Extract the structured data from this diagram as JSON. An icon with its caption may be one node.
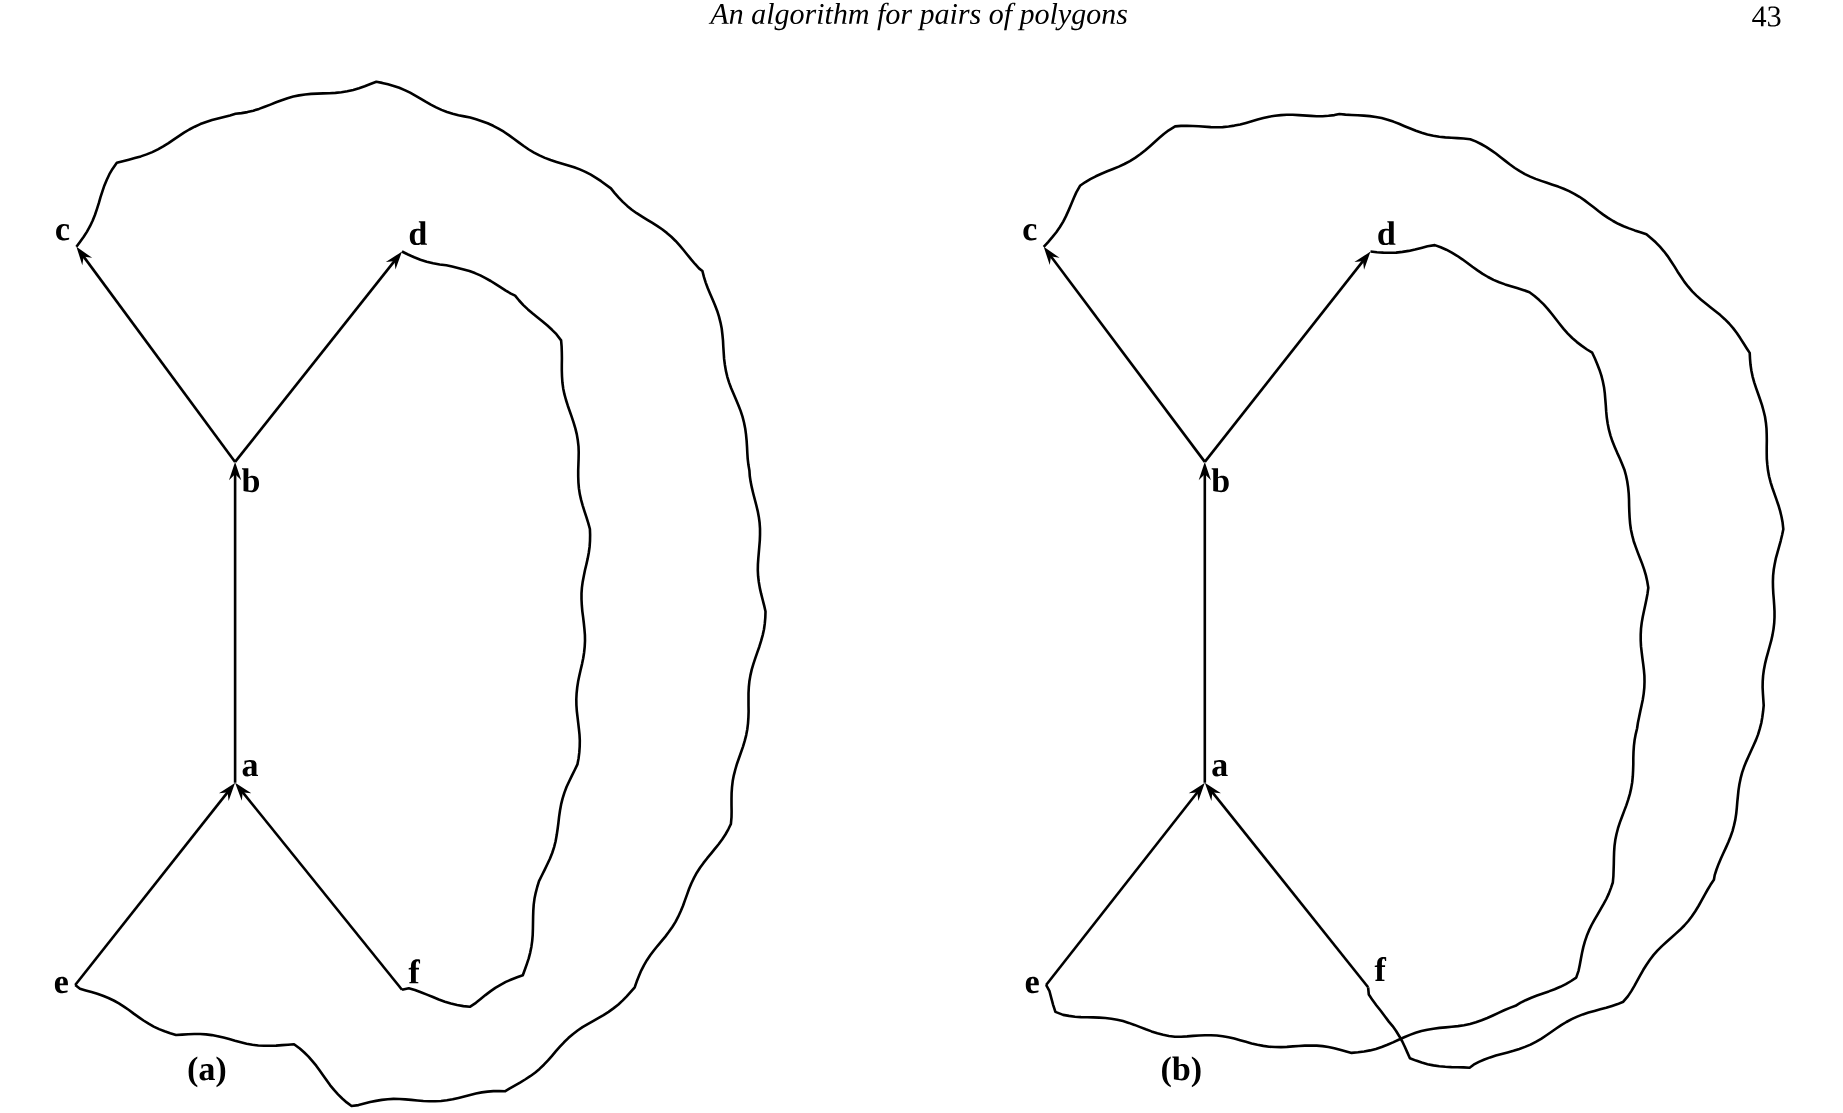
{
  "diagram": {
    "nodes": [
      {
        "text": [
          "c"
        ]
      },
      {
        "text": [
          "d"
        ]
      },
      {
        "text": [
          "b"
        ]
      },
      {
        "text": [
          "a"
        ]
      },
      {
        "text": [
          "e"
        ]
      },
      {
        "text": [
          "f"
        ]
      },
      {
        "text": [
          "c"
        ]
      },
      {
        "text": [
          "d"
        ]
      },
      {
        "text": [
          "b"
        ]
      },
      {
        "text": [
          "a"
        ]
      },
      {
        "text": [
          "e"
        ]
      },
      {
        "text": [
          "f"
        ]
      }
    ],
    "edges": [
      {
        "from": 2,
        "to": 0,
        "arrow": "to"
      },
      {
        "from": 2,
        "to": 1,
        "arrow": "to"
      },
      {
        "from": 3,
        "to": 2,
        "arrow": "to"
      },
      {
        "from": 4,
        "to": 3,
        "arrow": "to"
      },
      {
        "from": 5,
        "to": 3,
        "arrow": "to"
      },
      {
        "from": 0,
        "to": 4,
        "arrow": "none"
      },
      {
        "from": 1,
        "to": 5,
        "arrow": "none"
      },
      {
        "from": 8,
        "to": 6,
        "arrow": "to"
      },
      {
        "from": 8,
        "to": 7,
        "arrow": "to"
      },
      {
        "from": 9,
        "to": 8,
        "arrow": "to"
      },
      {
        "from": 10,
        "to": 9,
        "arrow": "to"
      },
      {
        "from": 11,
        "to": 9,
        "arrow": "to"
      },
      {
        "from": 6,
        "to": 11,
        "arrow": "none"
      },
      {
        "from": 7,
        "to": 10,
        "arrow": "none"
      }
    ],
    "labels": [
      "An algorithm for pairs of polygons",
      "43",
      "(a)",
      "(b)"
    ]
  }
}
